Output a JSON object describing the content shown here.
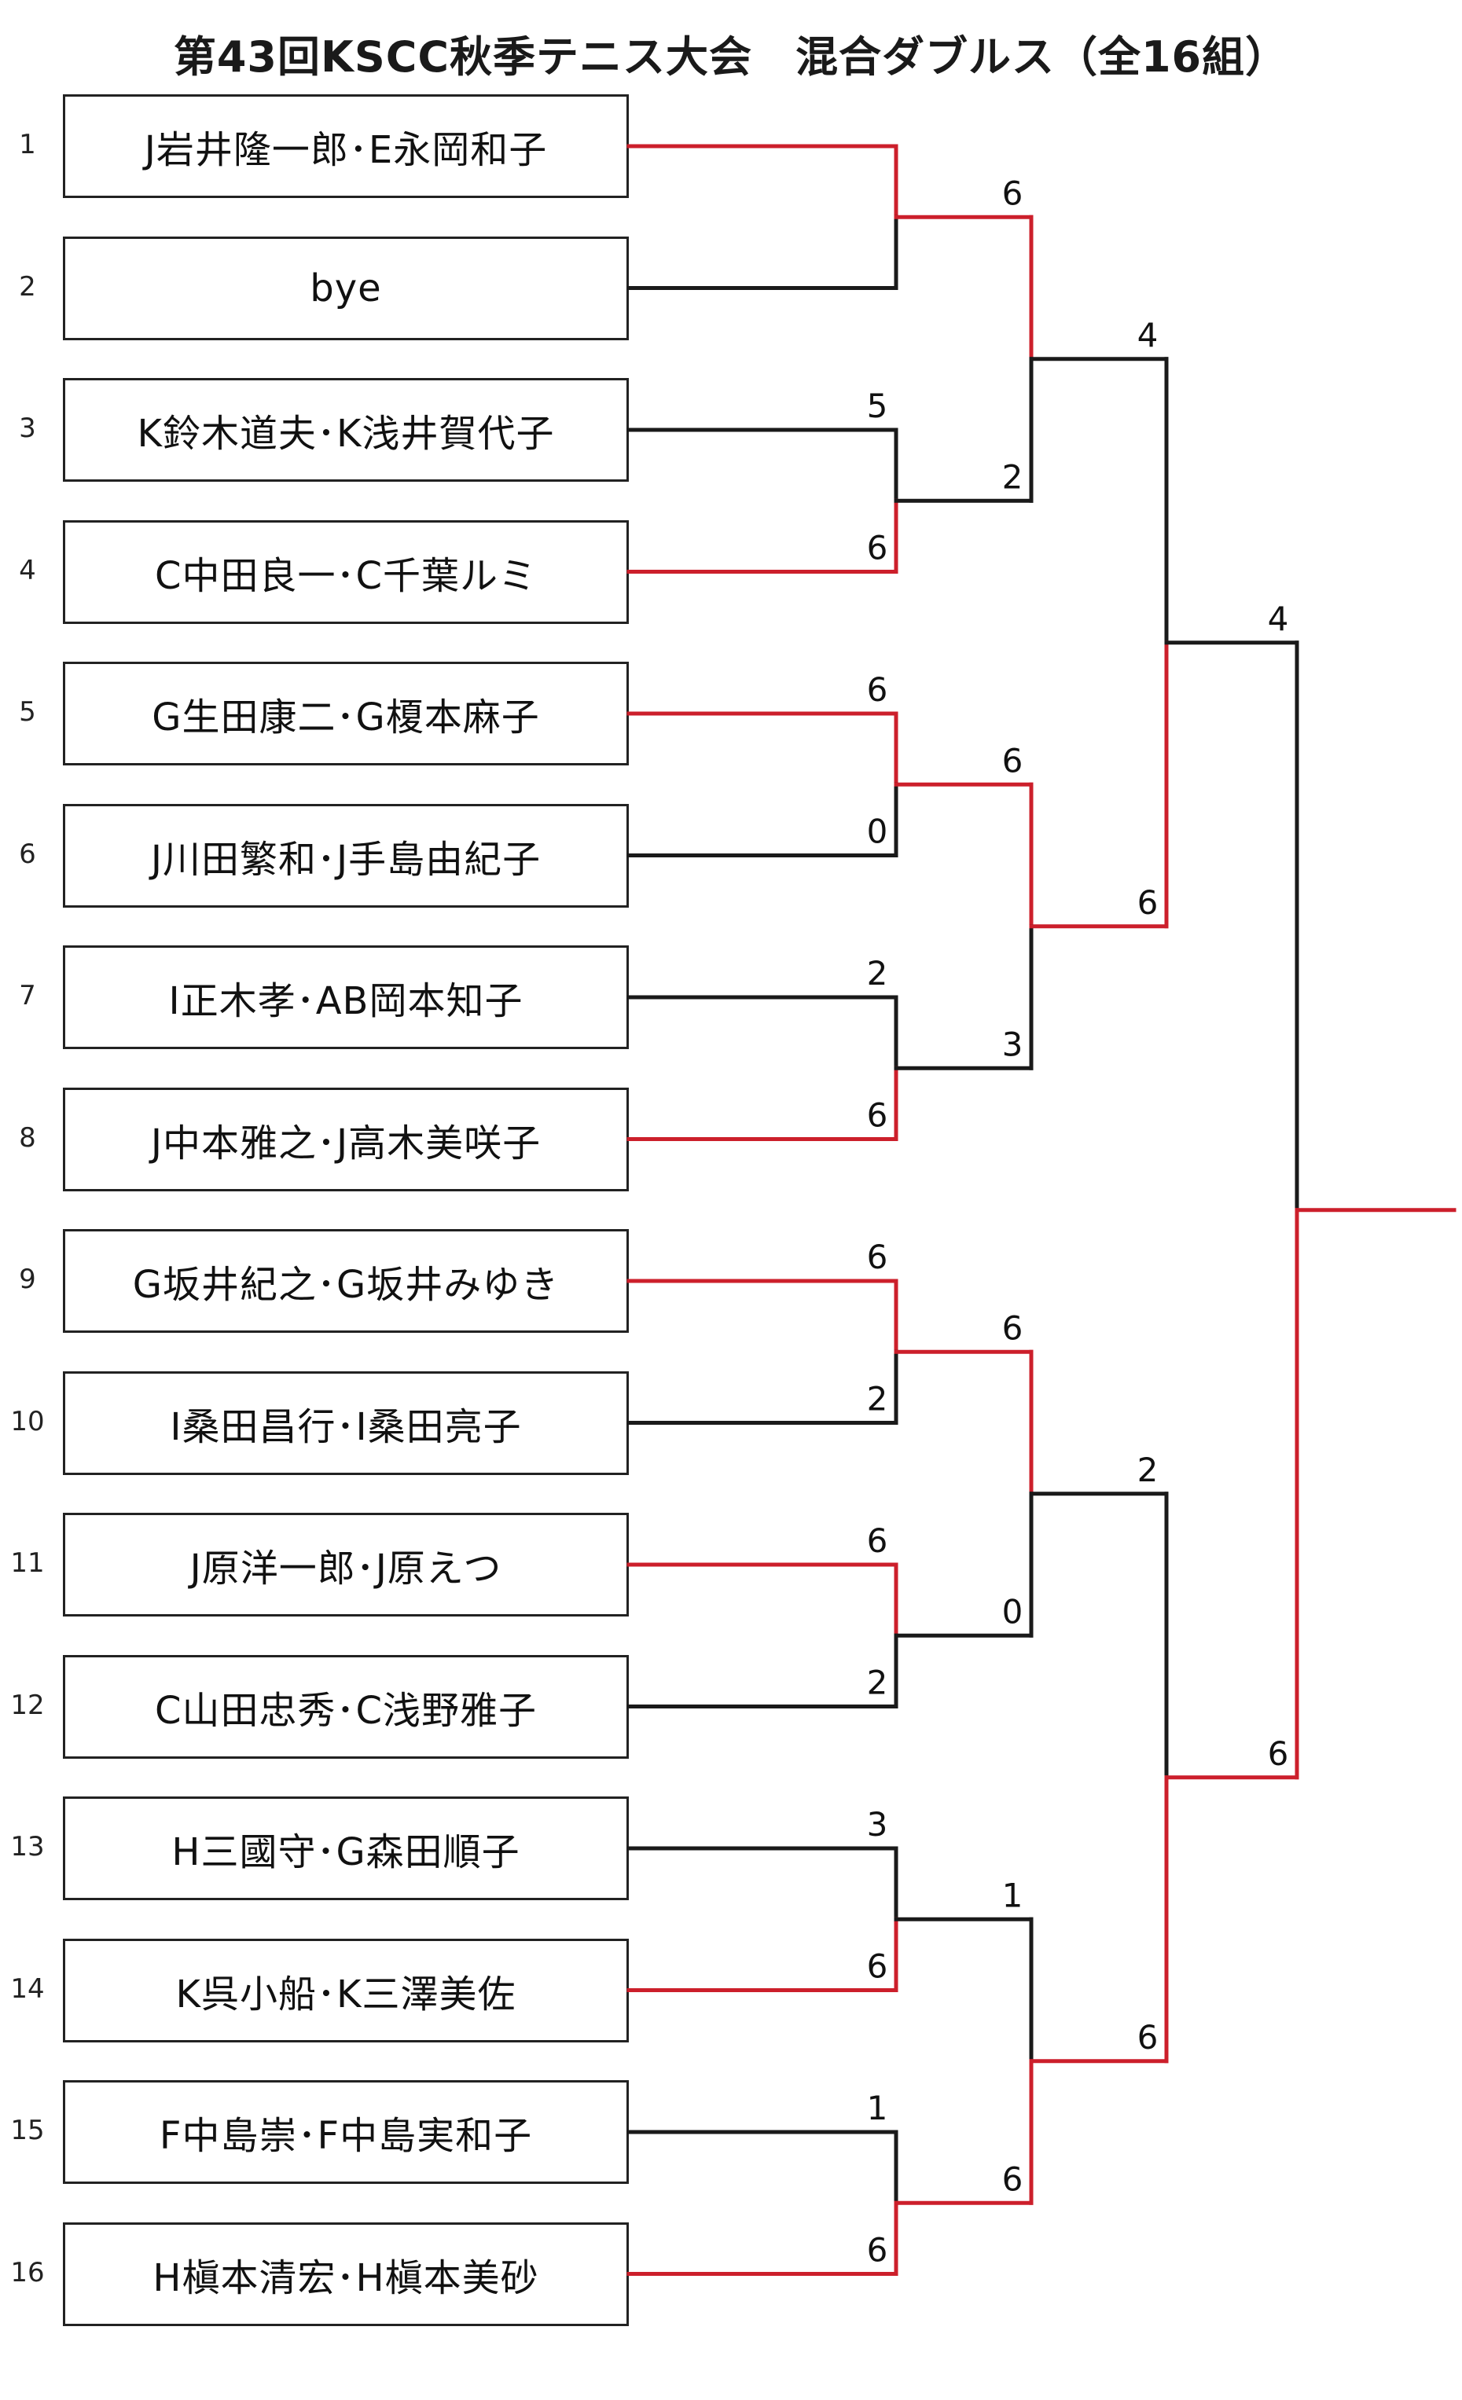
{
  "title": "第43回KSCC秋季テニス大会　混合ダブルス（全16組）",
  "colors": {
    "winner_line": "#cc1f2b",
    "loser_line": "#1a1a1a",
    "text": "#111111"
  },
  "entries": [
    {
      "seed": "1",
      "name": "J岩井隆一郎･E永岡和子"
    },
    {
      "seed": "2",
      "name": "bye"
    },
    {
      "seed": "3",
      "name": "K鈴木道夫･K浅井賀代子"
    },
    {
      "seed": "4",
      "name": "C中田良一･C千葉ルミ"
    },
    {
      "seed": "5",
      "name": "G生田康二･G榎本麻子"
    },
    {
      "seed": "6",
      "name": "J川田繁和･J手島由紀子"
    },
    {
      "seed": "7",
      "name": "I正木孝･AB岡本知子"
    },
    {
      "seed": "8",
      "name": "J中本雅之･J高木美咲子"
    },
    {
      "seed": "9",
      "name": "G坂井紀之･G坂井みゆき"
    },
    {
      "seed": "10",
      "name": "I桑田昌行･I桑田亮子"
    },
    {
      "seed": "11",
      "name": "J原洋一郎･J原えつ"
    },
    {
      "seed": "12",
      "name": "C山田忠秀･C浅野雅子"
    },
    {
      "seed": "13",
      "name": "H三國守･G森田順子"
    },
    {
      "seed": "14",
      "name": "K呉小船･K三澤美佐"
    },
    {
      "seed": "15",
      "name": "F中島崇･F中島実和子"
    },
    {
      "seed": "16",
      "name": "H槇本清宏･H槇本美砂"
    }
  ],
  "rounds": [
    [
      {
        "top_score": "",
        "bottom_score": "",
        "winner": "top"
      },
      {
        "top_score": "5",
        "bottom_score": "6",
        "winner": "bottom"
      },
      {
        "top_score": "6",
        "bottom_score": "0",
        "winner": "top"
      },
      {
        "top_score": "2",
        "bottom_score": "6",
        "winner": "bottom"
      },
      {
        "top_score": "6",
        "bottom_score": "2",
        "winner": "top"
      },
      {
        "top_score": "6",
        "bottom_score": "2",
        "winner": "top"
      },
      {
        "top_score": "3",
        "bottom_score": "6",
        "winner": "bottom"
      },
      {
        "top_score": "1",
        "bottom_score": "6",
        "winner": "bottom"
      }
    ],
    [
      {
        "top_score": "6",
        "bottom_score": "2",
        "winner": "top"
      },
      {
        "top_score": "6",
        "bottom_score": "3",
        "winner": "top"
      },
      {
        "top_score": "6",
        "bottom_score": "0",
        "winner": "top"
      },
      {
        "top_score": "1",
        "bottom_score": "6",
        "winner": "bottom"
      }
    ],
    [
      {
        "top_score": "4",
        "bottom_score": "6",
        "winner": "bottom"
      },
      {
        "top_score": "2",
        "bottom_score": "6",
        "winner": "bottom"
      }
    ],
    [
      {
        "top_score": "4",
        "bottom_score": "6",
        "winner": "bottom"
      }
    ]
  ]
}
